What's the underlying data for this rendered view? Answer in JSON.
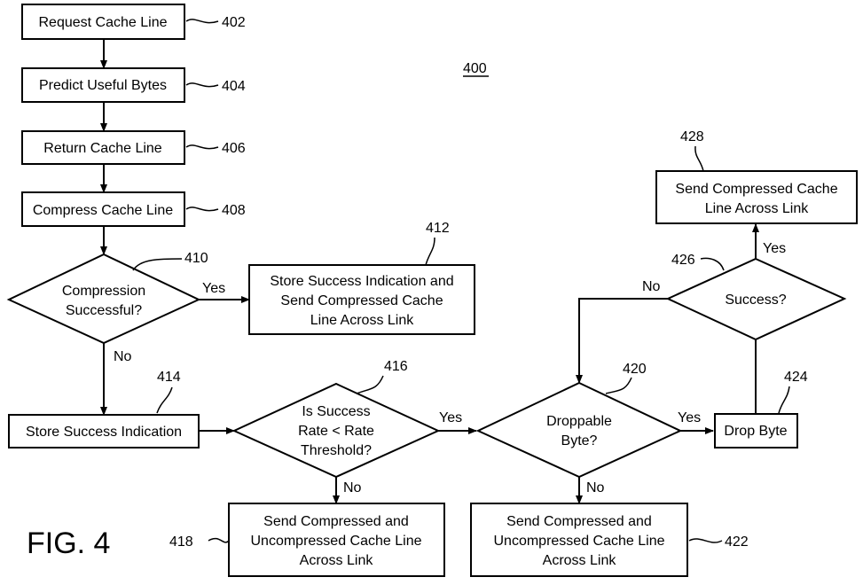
{
  "figure": {
    "label": "FIG. 4",
    "number": "400"
  },
  "steps": {
    "s402": {
      "ref": "402",
      "text": "Request Cache Line"
    },
    "s404": {
      "ref": "404",
      "text": "Predict Useful Bytes"
    },
    "s406": {
      "ref": "406",
      "text": "Return Cache Line"
    },
    "s408": {
      "ref": "408",
      "text": "Compress Cache Line"
    },
    "s410": {
      "ref": "410",
      "line1": "Compression",
      "line2": "Successful?"
    },
    "s412": {
      "ref": "412",
      "line1": "Store Success Indication and",
      "line2": "Send Compressed Cache",
      "line3": "Line Across Link"
    },
    "s414": {
      "ref": "414",
      "text": "Store Success Indication"
    },
    "s416": {
      "ref": "416",
      "line1": "Is Success",
      "line2": "Rate <  Rate",
      "line3": "Threshold?"
    },
    "s418": {
      "ref": "418",
      "line1": "Send Compressed and",
      "line2": "Uncompressed Cache Line",
      "line3": "Across Link"
    },
    "s420": {
      "ref": "420",
      "line1": "Droppable",
      "line2": "Byte?"
    },
    "s422": {
      "ref": "422",
      "line1": "Send Compressed and",
      "line2": "Uncompressed Cache Line",
      "line3": "Across Link"
    },
    "s424": {
      "ref": "424",
      "text": "Drop Byte"
    },
    "s426": {
      "ref": "426",
      "text": "Success?"
    },
    "s428": {
      "ref": "428",
      "line1": "Send Compressed Cache",
      "line2": "Line Across Link"
    }
  },
  "edges": {
    "yes": "Yes",
    "no": "No"
  }
}
